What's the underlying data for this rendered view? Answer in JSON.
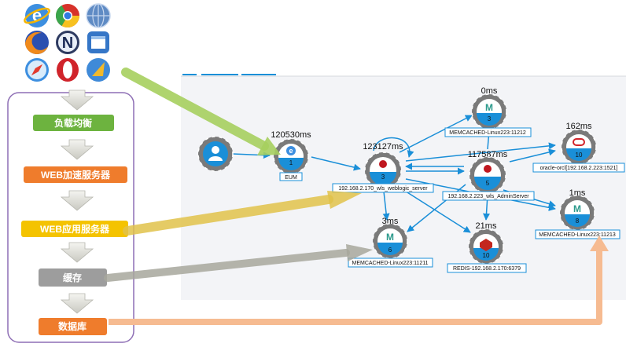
{
  "browsers": [
    "internet-explorer-icon",
    "chrome-icon",
    "globe-icon",
    "firefox-icon",
    "netscape-icon",
    "windows-browser-icon",
    "safari-icon",
    "opera-icon",
    "ie-mobile-icon"
  ],
  "tiers": [
    {
      "label": "负载均衡",
      "color": "#6db33f"
    },
    {
      "label": "WEB加速服务器",
      "color": "#ef7c2c"
    },
    {
      "label": "WEB应用服务器",
      "color": "#f4c300"
    },
    {
      "label": "缓存",
      "color": "#9d9d9d"
    },
    {
      "label": "数据库",
      "color": "#ef7c2c"
    }
  ],
  "nodes": {
    "eum": {
      "time": "120530ms",
      "count": "1",
      "label": "EUM"
    },
    "weblogic": {
      "time": "123127ms",
      "count": "3",
      "label": "192.168.2.170_wls_weblogic_server"
    },
    "admin": {
      "time": "117587ms",
      "count": "5",
      "label": "192.168.2.223_wls_AdminServer"
    },
    "mc_top": {
      "time": "0ms",
      "count": "3",
      "label": "MEMCACHED-Linux223:11212"
    },
    "oracle": {
      "time": "162ms",
      "count": "10",
      "label": "oracle-orcl[192.168.2.223:1521]"
    },
    "mc_right": {
      "time": "1ms",
      "count": "8",
      "label": "MEMCACHED-Linux223:11213"
    },
    "mc_bottom": {
      "time": "3ms",
      "count": "6",
      "label": "MEMCACHED-Linux223:11211"
    },
    "redis": {
      "time": "21ms",
      "count": "10",
      "label": "REDIS-192.168.2.170:6379"
    }
  },
  "colors": {
    "panel": "#f3f4f7",
    "edge": "#1a8fd8",
    "ring": "#757575",
    "water": "#1a8fd8",
    "arrow_green": "#a6cf5e",
    "arrow_yellow": "#e0c24a",
    "arrow_gray": "#a7a79c",
    "arrow_peach": "#f6bb91",
    "frame": "#8e6fb5"
  }
}
